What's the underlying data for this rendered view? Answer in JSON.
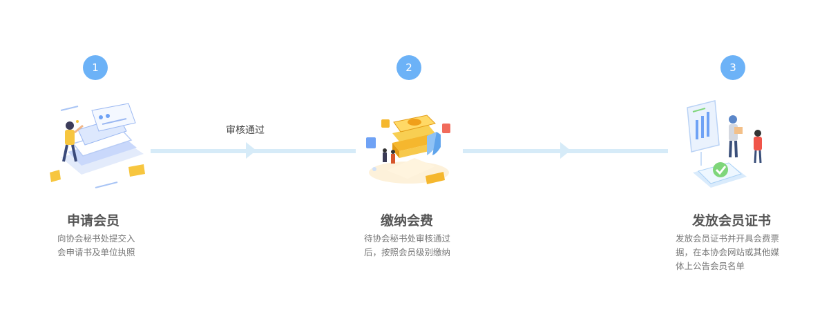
{
  "steps": [
    {
      "number": "1",
      "title": "申请会员",
      "desc_lines": [
        "向协会秘书处提交入",
        "会申请书及单位执照"
      ]
    },
    {
      "number": "2",
      "title": "缴纳会费",
      "desc_lines": [
        "待协会秘书处审核通过",
        "后，按照会员级别缴纳"
      ]
    },
    {
      "number": "3",
      "title": "发放会员证书",
      "desc_lines": [
        "发放会员证书并开具会费票",
        "据，在本协会网站或其他媒",
        "体上公告会员名单"
      ]
    }
  ],
  "connectors": [
    {
      "label": "审核通过"
    },
    {
      "label": ""
    }
  ],
  "colors": {
    "badge": "#6cb2f7",
    "connector": "#d6ebf8",
    "title": "#555555",
    "desc": "#777777"
  }
}
